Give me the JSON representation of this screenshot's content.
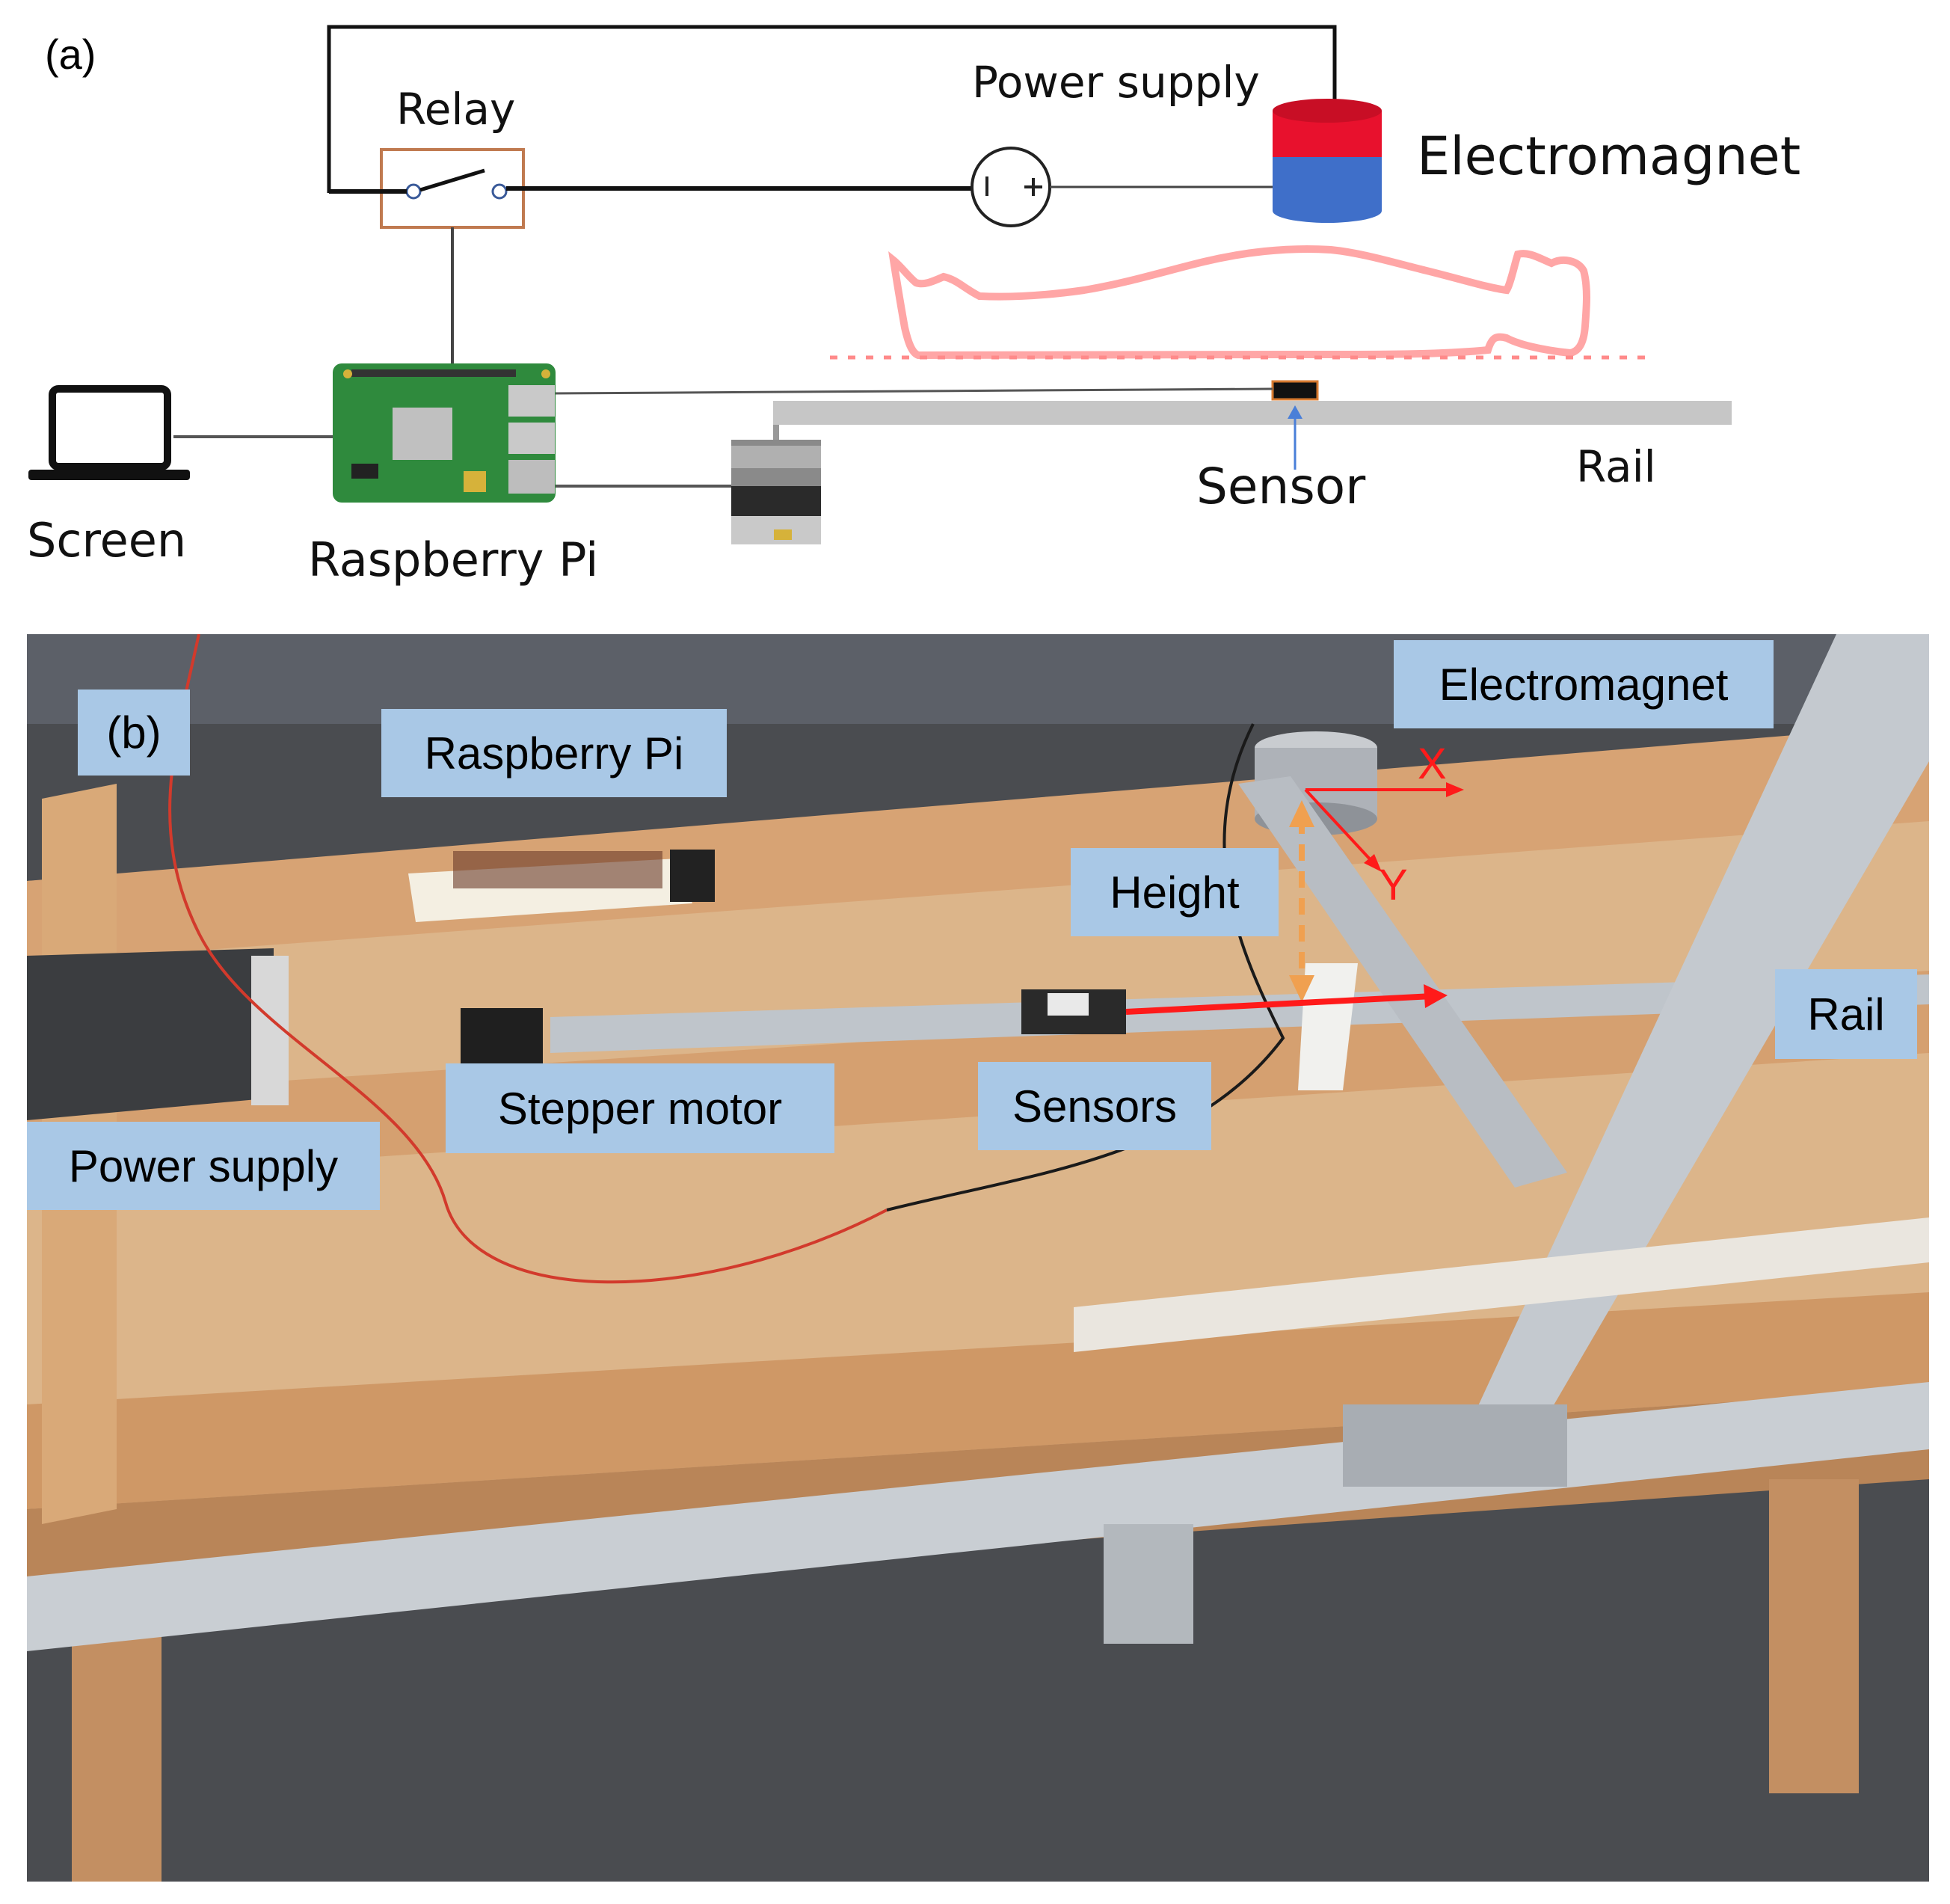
{
  "panel_a": {
    "label": "(a)",
    "relay": "Relay",
    "power_supply": "Power supply",
    "electromagnet": "Electromagnet",
    "sensor": "Sensor",
    "rail": "Rail",
    "screen": "Screen",
    "raspberry_pi": "Raspberry Pi"
  },
  "panel_b": {
    "label": "(b)",
    "raspberry_pi": "Raspberry Pi",
    "electromagnet": "Electromagnet",
    "height": "Height",
    "axis_x": "X",
    "axis_y": "Y",
    "rail": "Rail",
    "stepper_motor": "Stepper motor",
    "sensors": "Sensors",
    "power_supply": "Power supply"
  },
  "colors": {
    "magnet_top": "#e8112d",
    "magnet_bottom": "#3f6fc9",
    "callout_bg": "#a9c8e6",
    "wood": "#d8a77a",
    "rail_metal": "#c9ced3",
    "floor": "#3a3b3d",
    "arrow_red": "#ff1a1a",
    "arrow_orange": "#f0a050"
  }
}
